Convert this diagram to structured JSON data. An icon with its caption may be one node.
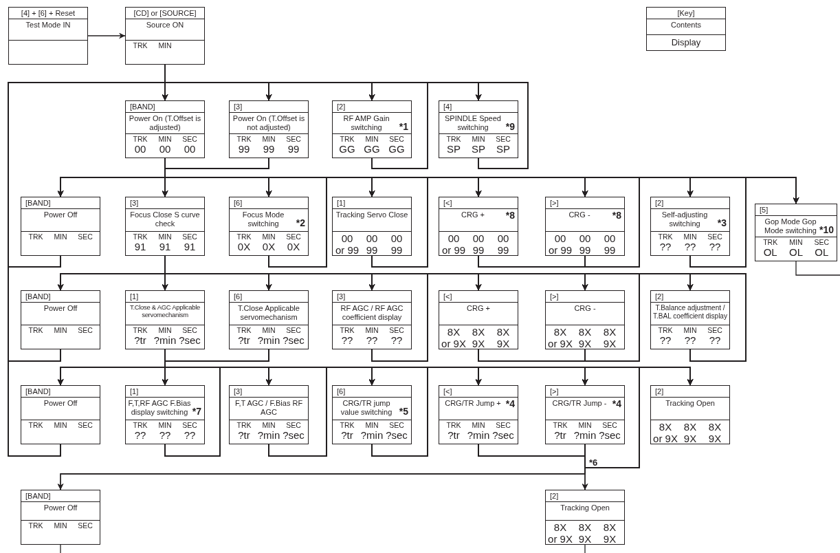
{
  "diagram": {
    "nodes": [
      {
        "text": [
          "[4] + [6] + Reset",
          "Test Mode IN"
        ]
      },
      {
        "text": [
          "[CD] or [SOURCE]",
          "Source ON",
          "TRK",
          "MIN"
        ]
      },
      {
        "text": [
          "[Key]",
          "Contents",
          "Display"
        ]
      },
      {
        "text": [
          "[BAND]",
          "Power On (T.Offset is adjusted)",
          "TRK",
          "MIN",
          "SEC",
          "00",
          "00",
          "00"
        ]
      },
      {
        "text": [
          "[3]",
          "Power On (T.Offset is not adjusted)",
          "TRK",
          "MIN",
          "SEC",
          "99",
          "99",
          "99"
        ]
      },
      {
        "text": [
          "[2]",
          "RF AMP Gain switching",
          "*1",
          "TRK",
          "MIN",
          "SEC",
          "GG",
          "GG",
          "GG"
        ]
      },
      {
        "text": [
          "[4]",
          "SPINDLE Speed switching",
          "*9",
          "TRK",
          "MIN",
          "SEC",
          "SP",
          "SP",
          "SP"
        ]
      },
      {
        "text": [
          "[BAND]",
          "Power Off",
          "TRK",
          "MIN",
          "SEC"
        ]
      },
      {
        "text": [
          "[3]",
          "Focus Close S curve check",
          "TRK",
          "MIN",
          "SEC",
          "91",
          "91",
          "91"
        ]
      },
      {
        "text": [
          "[6]",
          "Focus Mode switching",
          "*2",
          "TRK",
          "MIN",
          "SEC",
          "0X",
          "0X",
          "0X"
        ]
      },
      {
        "text": [
          "[1]",
          "Tracking Servo Close",
          "00",
          "00",
          "00",
          "or 99",
          "99",
          "99"
        ]
      },
      {
        "text": [
          "[<]",
          "CRG +",
          "*8",
          "00",
          "00",
          "00",
          "or 99",
          "99",
          "99"
        ]
      },
      {
        "text": [
          "[>]",
          "CRG -",
          "*8",
          "00",
          "00",
          "00",
          "or 99",
          "99",
          "99"
        ]
      },
      {
        "text": [
          "[2]",
          "Self-adjusting switching",
          "*3",
          "TRK",
          "MIN",
          "SEC",
          "??",
          "??",
          "??"
        ]
      },
      {
        "text": [
          "[5]",
          "Gop Mode Gop Mode switching",
          "*10",
          "TRK",
          "MIN",
          "SEC",
          "OL",
          "OL",
          "OL"
        ]
      },
      {
        "text": [
          "[BAND]",
          "Power Off",
          "TRK",
          "MIN",
          "SEC"
        ]
      },
      {
        "text": [
          "[1]",
          "T.Close & AGC Applicable servomechanism",
          "TRK",
          "MIN",
          "SEC",
          "?tr",
          "?min",
          "?sec"
        ]
      },
      {
        "text": [
          "[6]",
          "T.Close Applicable servomechanism",
          "TRK",
          "MIN",
          "SEC",
          "?tr",
          "?min",
          "?sec"
        ]
      },
      {
        "text": [
          "[3]",
          "RF AGC / RF AGC coefficient display",
          "TRK",
          "MIN",
          "SEC",
          "??",
          "??",
          "??"
        ]
      },
      {
        "text": [
          "[<]",
          "CRG +",
          "8X",
          "8X",
          "8X",
          "or 9X",
          "9X",
          "9X"
        ]
      },
      {
        "text": [
          "[>]",
          "CRG -",
          "8X",
          "8X",
          "8X",
          "or 9X",
          "9X",
          "9X"
        ]
      },
      {
        "text": [
          "[2]",
          "T.Balance adjustment / T.BAL coefficient display",
          "TRK",
          "MIN",
          "SEC",
          "??",
          "??",
          "??"
        ]
      },
      {
        "text": [
          "[BAND]",
          "Power Off",
          "TRK",
          "MIN",
          "SEC"
        ]
      },
      {
        "text": [
          "[1]",
          "F,T,RF AGC F.Bias display switching",
          "*7",
          "TRK",
          "MIN",
          "SEC",
          "??",
          "??",
          "??"
        ]
      },
      {
        "text": [
          "[3]",
          "F,T AGC / F.Bias RF AGC",
          "TRK",
          "MIN",
          "SEC",
          "?tr",
          "?min",
          "?sec"
        ]
      },
      {
        "text": [
          "[6]",
          "CRG/TR jump value switching",
          "*5",
          "TRK",
          "MIN",
          "SEC",
          "?tr",
          "?min",
          "?sec"
        ]
      },
      {
        "text": [
          "[<]",
          "CRG/TR Jump +",
          "*4",
          "TRK",
          "MIN",
          "SEC",
          "?tr",
          "?min",
          "?sec"
        ]
      },
      {
        "text": [
          "[>]",
          "CRG/TR Jump -",
          "*4",
          "TRK",
          "MIN",
          "SEC",
          "?tr",
          "?min",
          "?sec"
        ]
      },
      {
        "text": [
          "[2]",
          "Tracking Open",
          "8X",
          "8X",
          "8X",
          "or 9X",
          "9X",
          "9X"
        ]
      },
      {
        "text": [
          "[BAND]",
          "Power Off",
          "TRK",
          "MIN",
          "SEC"
        ]
      },
      {
        "text": [
          "[2]",
          "Tracking Open",
          "8X",
          "8X",
          "8X",
          "or 9X",
          "9X",
          "9X"
        ]
      }
    ],
    "edges": [
      {
        "from": 0,
        "to": 1,
        "arrow": "to"
      },
      {
        "from": 1,
        "to": 3,
        "arrow": "to"
      },
      {
        "from": 1,
        "to": 4,
        "arrow": "to"
      },
      {
        "from": 1,
        "to": 5,
        "arrow": "to"
      },
      {
        "from": 1,
        "to": 6,
        "arrow": "to"
      },
      {
        "from": 5,
        "to": 3,
        "arrow": "to"
      },
      {
        "from": 5,
        "to": 4,
        "arrow": "to"
      },
      {
        "from": 5,
        "to": 5,
        "arrow": "to"
      },
      {
        "from": 5,
        "to": 6,
        "arrow": "to"
      },
      {
        "from": 6,
        "to": 3,
        "arrow": "to"
      },
      {
        "from": 6,
        "to": 4,
        "arrow": "to"
      },
      {
        "from": 6,
        "to": 5,
        "arrow": "to"
      },
      {
        "from": 6,
        "to": 6,
        "arrow": "to"
      },
      {
        "from": 7,
        "to": 3,
        "arrow": "to"
      },
      {
        "from": 7,
        "to": 4,
        "arrow": "to"
      },
      {
        "from": 7,
        "to": 5,
        "arrow": "to"
      },
      {
        "from": 7,
        "to": 6,
        "arrow": "to"
      },
      {
        "from": 15,
        "to": 3,
        "arrow": "to"
      },
      {
        "from": 15,
        "to": 4,
        "arrow": "to"
      },
      {
        "from": 15,
        "to": 5,
        "arrow": "to"
      },
      {
        "from": 15,
        "to": 6,
        "arrow": "to"
      },
      {
        "from": 22,
        "to": 3,
        "arrow": "to"
      },
      {
        "from": 22,
        "to": 4,
        "arrow": "to"
      },
      {
        "from": 22,
        "to": 5,
        "arrow": "to"
      },
      {
        "from": 22,
        "to": 6,
        "arrow": "to"
      },
      {
        "from": 3,
        "to": 7,
        "arrow": "to"
      },
      {
        "from": 3,
        "to": 8,
        "arrow": "to"
      },
      {
        "from": 3,
        "to": 9,
        "arrow": "to"
      },
      {
        "from": 3,
        "to": 10,
        "arrow": "to"
      },
      {
        "from": 3,
        "to": 11,
        "arrow": "to"
      },
      {
        "from": 3,
        "to": 12,
        "arrow": "to"
      },
      {
        "from": 3,
        "to": 13,
        "arrow": "to"
      },
      {
        "from": 3,
        "to": 14,
        "arrow": "to"
      },
      {
        "from": 4,
        "to": 7,
        "arrow": "to"
      },
      {
        "from": 4,
        "to": 8,
        "arrow": "to"
      },
      {
        "from": 4,
        "to": 9,
        "arrow": "to"
      },
      {
        "from": 4,
        "to": 10,
        "arrow": "to"
      },
      {
        "from": 4,
        "to": 11,
        "arrow": "to"
      },
      {
        "from": 4,
        "to": 12,
        "arrow": "to"
      },
      {
        "from": 4,
        "to": 13,
        "arrow": "to"
      },
      {
        "from": 4,
        "to": 14,
        "arrow": "to"
      },
      {
        "from": 9,
        "to": 7,
        "arrow": "to"
      },
      {
        "from": 9,
        "to": 8,
        "arrow": "to"
      },
      {
        "from": 9,
        "to": 9,
        "arrow": "to"
      },
      {
        "from": 9,
        "to": 10,
        "arrow": "to"
      },
      {
        "from": 9,
        "to": 11,
        "arrow": "to"
      },
      {
        "from": 9,
        "to": 12,
        "arrow": "to"
      },
      {
        "from": 9,
        "to": 13,
        "arrow": "to"
      },
      {
        "from": 9,
        "to": 14,
        "arrow": "to"
      },
      {
        "from": 10,
        "to": 7,
        "arrow": "to"
      },
      {
        "from": 10,
        "to": 8,
        "arrow": "to"
      },
      {
        "from": 10,
        "to": 9,
        "arrow": "to"
      },
      {
        "from": 10,
        "to": 10,
        "arrow": "to"
      },
      {
        "from": 10,
        "to": 11,
        "arrow": "to"
      },
      {
        "from": 10,
        "to": 12,
        "arrow": "to"
      },
      {
        "from": 10,
        "to": 13,
        "arrow": "to"
      },
      {
        "from": 10,
        "to": 14,
        "arrow": "to"
      },
      {
        "from": 11,
        "to": 7,
        "arrow": "to"
      },
      {
        "from": 11,
        "to": 8,
        "arrow": "to"
      },
      {
        "from": 11,
        "to": 9,
        "arrow": "to"
      },
      {
        "from": 11,
        "to": 10,
        "arrow": "to"
      },
      {
        "from": 11,
        "to": 11,
        "arrow": "to"
      },
      {
        "from": 11,
        "to": 12,
        "arrow": "to"
      },
      {
        "from": 11,
        "to": 13,
        "arrow": "to"
      },
      {
        "from": 11,
        "to": 14,
        "arrow": "to"
      },
      {
        "from": 12,
        "to": 7,
        "arrow": "to"
      },
      {
        "from": 12,
        "to": 8,
        "arrow": "to"
      },
      {
        "from": 12,
        "to": 9,
        "arrow": "to"
      },
      {
        "from": 12,
        "to": 10,
        "arrow": "to"
      },
      {
        "from": 12,
        "to": 11,
        "arrow": "to"
      },
      {
        "from": 12,
        "to": 12,
        "arrow": "to"
      },
      {
        "from": 12,
        "to": 13,
        "arrow": "to"
      },
      {
        "from": 12,
        "to": 14,
        "arrow": "to"
      },
      {
        "from": 13,
        "to": 7,
        "arrow": "to"
      },
      {
        "from": 13,
        "to": 8,
        "arrow": "to"
      },
      {
        "from": 13,
        "to": 9,
        "arrow": "to"
      },
      {
        "from": 13,
        "to": 10,
        "arrow": "to"
      },
      {
        "from": 13,
        "to": 11,
        "arrow": "to"
      },
      {
        "from": 13,
        "to": 12,
        "arrow": "to"
      },
      {
        "from": 13,
        "to": 13,
        "arrow": "to"
      },
      {
        "from": 13,
        "to": 14,
        "arrow": "to"
      },
      {
        "from": 14,
        "to": null,
        "arrow": "none"
      },
      {
        "from": 8,
        "to": 15,
        "arrow": "to"
      },
      {
        "from": 8,
        "to": 16,
        "arrow": "to"
      },
      {
        "from": 8,
        "to": 17,
        "arrow": "to"
      },
      {
        "from": 8,
        "to": 18,
        "arrow": "to"
      },
      {
        "from": 8,
        "to": 19,
        "arrow": "to"
      },
      {
        "from": 8,
        "to": 20,
        "arrow": "to"
      },
      {
        "from": 8,
        "to": 21,
        "arrow": "to"
      },
      {
        "from": 18,
        "to": 15,
        "arrow": "to"
      },
      {
        "from": 18,
        "to": 16,
        "arrow": "to"
      },
      {
        "from": 18,
        "to": 17,
        "arrow": "to"
      },
      {
        "from": 18,
        "to": 18,
        "arrow": "to"
      },
      {
        "from": 18,
        "to": 19,
        "arrow": "to"
      },
      {
        "from": 18,
        "to": 20,
        "arrow": "to"
      },
      {
        "from": 18,
        "to": 21,
        "arrow": "to"
      },
      {
        "from": 19,
        "to": 15,
        "arrow": "to"
      },
      {
        "from": 19,
        "to": 16,
        "arrow": "to"
      },
      {
        "from": 19,
        "to": 17,
        "arrow": "to"
      },
      {
        "from": 19,
        "to": 18,
        "arrow": "to"
      },
      {
        "from": 19,
        "to": 19,
        "arrow": "to"
      },
      {
        "from": 19,
        "to": 20,
        "arrow": "to"
      },
      {
        "from": 19,
        "to": 21,
        "arrow": "to"
      },
      {
        "from": 20,
        "to": 15,
        "arrow": "to"
      },
      {
        "from": 20,
        "to": 16,
        "arrow": "to"
      },
      {
        "from": 20,
        "to": 17,
        "arrow": "to"
      },
      {
        "from": 20,
        "to": 18,
        "arrow": "to"
      },
      {
        "from": 20,
        "to": 19,
        "arrow": "to"
      },
      {
        "from": 20,
        "to": 20,
        "arrow": "to"
      },
      {
        "from": 20,
        "to": 21,
        "arrow": "to"
      },
      {
        "from": 21,
        "to": 15,
        "arrow": "to"
      },
      {
        "from": 21,
        "to": 16,
        "arrow": "to"
      },
      {
        "from": 21,
        "to": 17,
        "arrow": "to"
      },
      {
        "from": 21,
        "to": 18,
        "arrow": "to"
      },
      {
        "from": 21,
        "to": 19,
        "arrow": "to"
      },
      {
        "from": 21,
        "to": 20,
        "arrow": "to"
      },
      {
        "from": 21,
        "to": 21,
        "arrow": "to"
      },
      {
        "from": 16,
        "to": 22,
        "arrow": "to"
      },
      {
        "from": 16,
        "to": 23,
        "arrow": "to"
      },
      {
        "from": 16,
        "to": 24,
        "arrow": "to"
      },
      {
        "from": 16,
        "to": 25,
        "arrow": "to"
      },
      {
        "from": 16,
        "to": 26,
        "arrow": "to"
      },
      {
        "from": 16,
        "to": 27,
        "arrow": "to"
      },
      {
        "from": 16,
        "to": 28,
        "arrow": "to"
      },
      {
        "from": 17,
        "to": 22,
        "arrow": "to"
      },
      {
        "from": 17,
        "to": 23,
        "arrow": "to"
      },
      {
        "from": 17,
        "to": 24,
        "arrow": "to"
      },
      {
        "from": 17,
        "to": 25,
        "arrow": "to"
      },
      {
        "from": 17,
        "to": 26,
        "arrow": "to"
      },
      {
        "from": 17,
        "to": 27,
        "arrow": "to"
      },
      {
        "from": 17,
        "to": 28,
        "arrow": "to"
      },
      {
        "from": 23,
        "to": 22,
        "arrow": "to"
      },
      {
        "from": 23,
        "to": 23,
        "arrow": "to"
      },
      {
        "from": 23,
        "to": 24,
        "arrow": "to"
      },
      {
        "from": 23,
        "to": 25,
        "arrow": "to"
      },
      {
        "from": 23,
        "to": 26,
        "arrow": "to"
      },
      {
        "from": 23,
        "to": 27,
        "arrow": "to"
      },
      {
        "from": 23,
        "to": 28,
        "arrow": "to"
      },
      {
        "from": 24,
        "to": 22,
        "arrow": "to"
      },
      {
        "from": 24,
        "to": 23,
        "arrow": "to"
      },
      {
        "from": 24,
        "to": 24,
        "arrow": "to"
      },
      {
        "from": 24,
        "to": 25,
        "arrow": "to"
      },
      {
        "from": 24,
        "to": 26,
        "arrow": "to"
      },
      {
        "from": 24,
        "to": 27,
        "arrow": "to"
      },
      {
        "from": 24,
        "to": 28,
        "arrow": "to"
      },
      {
        "from": 25,
        "to": 22,
        "arrow": "to"
      },
      {
        "from": 25,
        "to": 23,
        "arrow": "to"
      },
      {
        "from": 25,
        "to": 24,
        "arrow": "to"
      },
      {
        "from": 25,
        "to": 25,
        "arrow": "to"
      },
      {
        "from": 25,
        "to": 26,
        "arrow": "to"
      },
      {
        "from": 25,
        "to": 27,
        "arrow": "to"
      },
      {
        "from": 25,
        "to": 28,
        "arrow": "to"
      },
      {
        "from": 26,
        "to": 22,
        "arrow": "to"
      },
      {
        "from": 26,
        "to": 23,
        "arrow": "to"
      },
      {
        "from": 26,
        "to": 24,
        "arrow": "to"
      },
      {
        "from": 26,
        "to": 25,
        "arrow": "to"
      },
      {
        "from": 26,
        "to": 26,
        "arrow": "to"
      },
      {
        "from": 26,
        "to": 27,
        "arrow": "to"
      },
      {
        "from": 26,
        "to": 28,
        "arrow": "to"
      },
      {
        "from": 27,
        "to": 22,
        "arrow": "to"
      },
      {
        "from": 27,
        "to": 23,
        "arrow": "to"
      },
      {
        "from": 27,
        "to": 24,
        "arrow": "to"
      },
      {
        "from": 27,
        "to": 25,
        "arrow": "to"
      },
      {
        "from": 27,
        "to": 26,
        "arrow": "to"
      },
      {
        "from": 27,
        "to": 27,
        "arrow": "to"
      },
      {
        "from": 27,
        "to": 28,
        "arrow": "to"
      },
      {
        "from": 26,
        "to": 29,
        "arrow": "to"
      },
      {
        "from": 26,
        "to": 30,
        "arrow": "to"
      },
      {
        "from": 27,
        "to": 29,
        "arrow": "to"
      },
      {
        "from": 27,
        "to": 30,
        "arrow": "to"
      },
      {
        "from": 29,
        "to": null,
        "arrow": "none"
      },
      {
        "from": 30,
        "to": null,
        "arrow": "none"
      }
    ],
    "labels": [
      "*6"
    ]
  }
}
